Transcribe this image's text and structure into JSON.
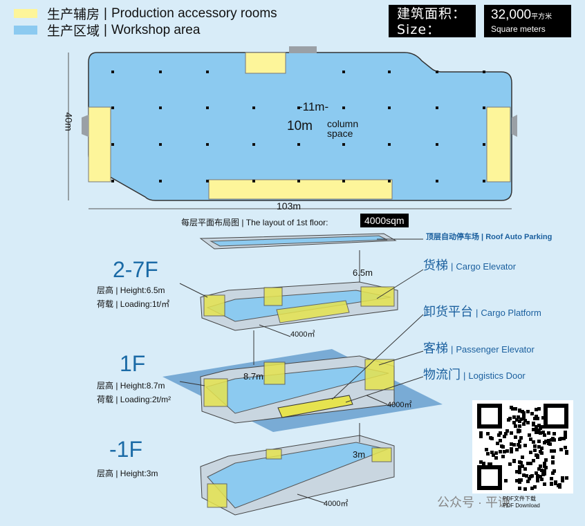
{
  "legend": {
    "accessory_zh": "生产辅房",
    "accessory_en": "Production accessory rooms",
    "accessory_color": "#fdf59a",
    "workshop_zh": "生产区域",
    "workshop_en": "Workshop area",
    "workshop_color": "#8ccaf0",
    "separator": "|"
  },
  "size": {
    "label_zh": "建筑面积：",
    "label_en": "Size：",
    "value": "32,000",
    "unit_zh": "平方米",
    "unit_en": "Square meters"
  },
  "plan": {
    "width_label": "103m",
    "height_label": "40m",
    "span_label": "-11m-",
    "column_label_num": "10m",
    "column_label_text1": "column",
    "column_label_text2": "space"
  },
  "floor_layout": {
    "title": "每层平面布局图 | The layout of 1st floor:",
    "area": "4000sqm"
  },
  "levels": {
    "roof": "顶层自动停车场 | Roof Auto Parking",
    "upper": {
      "name": "2-7F",
      "height": "层高 | Height:6.5m",
      "loading": "荷载 | Loading:1t/㎡",
      "gap": "6.5m",
      "area": "4000㎡"
    },
    "ground": {
      "name": "1F",
      "height": "层高 | Height:8.7m",
      "loading": "荷载 | Loading:2t/m²",
      "gap": "8.7m",
      "area": "4000㎡"
    },
    "basement": {
      "name": "-1F",
      "height": "层高 | Height:3m",
      "gap": "3m",
      "area": "4000㎡"
    }
  },
  "callouts": {
    "cargo_zh": "货梯",
    "cargo_en": "Cargo Elevator",
    "platform_zh": "卸货平台",
    "platform_en": "Cargo Platform",
    "passenger_zh": "客梯",
    "passenger_en": "Passenger Elevator",
    "door_zh": "物流门",
    "door_en": "Logistics Door",
    "bar": "|"
  },
  "footer": {
    "watermark": "公众号 · 平谦",
    "pdf_zh": "PDF文件下载",
    "pdf_en": "PDF Download"
  }
}
